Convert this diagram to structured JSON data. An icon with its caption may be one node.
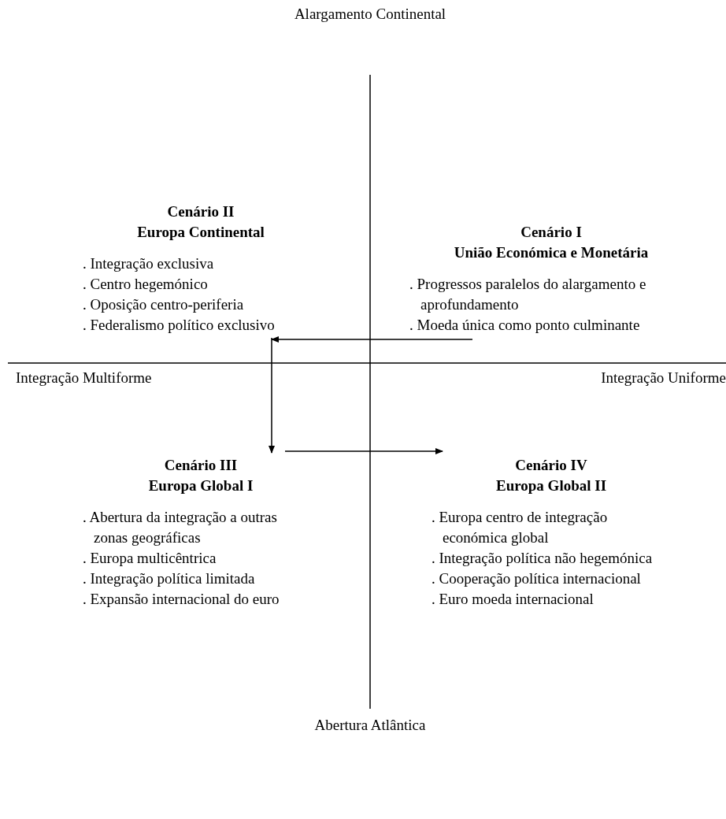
{
  "diagram": {
    "nodes": [
      {
        "text": [
          "Cenário II",
          "Europa Continental",
          ". Integração exclusiva",
          ". Centro hegemónico",
          ". Oposição centro-periferia",
          ". Federalismo político exclusivo"
        ]
      },
      {
        "text": [
          "Cenário I",
          "União Económica e Monetária",
          ". Progressos paralelos do alargamento e aprofundamento",
          ". Moeda única como ponto culminante"
        ]
      },
      {
        "text": [
          "Cenário III",
          "Europa Global I",
          ". Abertura da integração a outras zonas geográficas",
          ". Europa multicêntrica",
          ". Integração política limitada",
          ". Expansão internacional do euro"
        ]
      },
      {
        "text": [
          "Cenário IV",
          "Europa Global II",
          ". Europa centro de integração económica global",
          ". Integração política não hegemónica",
          ". Cooperação política internacional",
          ". Euro moeda internacional"
        ]
      }
    ],
    "edges": [
      {
        "from": 1,
        "to": 0,
        "arrow": "to"
      },
      {
        "from": 0,
        "to": 2,
        "arrow": "to"
      },
      {
        "from": 2,
        "to": 3,
        "arrow": "to"
      }
    ],
    "labels": [
      "Alargamento Continental",
      "Integração Multiforme",
      "Integração Uniforme",
      "Abertura Atlântica"
    ]
  }
}
